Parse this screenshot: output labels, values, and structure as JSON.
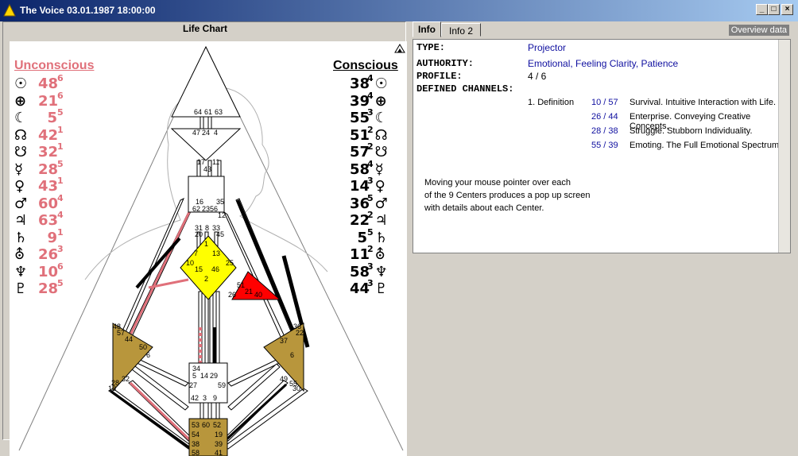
{
  "window": {
    "title": "The Voice 03.01.1987 18:00:00",
    "btn_min": "_",
    "btn_max": "□",
    "btn_close": "×"
  },
  "left_pane": {
    "title": "Life Chart",
    "unconscious_label": "Unconscious",
    "conscious_label": "Conscious",
    "unconscious_color": "#e0707a",
    "conscious_color": "#000000",
    "symbols": [
      "☉",
      "⊕",
      "☾",
      "☊",
      "☋",
      "☿",
      "♀",
      "♂",
      "♃",
      "♄",
      "⛢",
      "♆",
      "♇"
    ],
    "unconscious_values": [
      "48",
      "21",
      "5",
      "42",
      "32",
      "28",
      "43",
      "60",
      "63",
      "9",
      "26",
      "10",
      "28"
    ],
    "unconscious_lines": [
      "6",
      "6",
      "5",
      "1",
      "1",
      "5",
      "1",
      "4",
      "4",
      "1",
      "3",
      "6",
      "5"
    ],
    "conscious_values": [
      "38",
      "39",
      "55",
      "51",
      "57",
      "58",
      "14",
      "36",
      "22",
      "5",
      "11",
      "58",
      "44"
    ],
    "conscious_lines": [
      "4",
      "4",
      "3",
      "2",
      "2",
      "4",
      "3",
      "5",
      "2",
      "5",
      "2",
      "3",
      "3"
    ]
  },
  "right_pane": {
    "tabs": [
      {
        "label": "Info",
        "active": true
      },
      {
        "label": "Info 2",
        "active": false
      }
    ],
    "overview_label": "Overview data",
    "type_label": "TYPE:",
    "type_value": "Projector",
    "authority_label": "AUTHORITY:",
    "authority_value": "Emotional, Feeling Clarity, Patience",
    "profile_label": "PROFILE:",
    "profile_value": "4 / 6",
    "defined_label": "DEFINED CHANNELS:",
    "definition_label": "1. Definition",
    "channels": [
      {
        "gates": "10 / 57",
        "desc": "Survival. Intuitive Interaction with Life."
      },
      {
        "gates": "26 / 44",
        "desc": "Enterprise. Conveying Creative Concepts."
      },
      {
        "gates": "28 / 38",
        "desc": "Struggle. Stubborn Individuality."
      },
      {
        "gates": "55 / 39",
        "desc": "Emoting. The Full Emotional Spectrum."
      }
    ],
    "hint_lines": [
      "Moving your mouse pointer over each",
      "of the 9 Centers produces a pop up screen",
      "with details about each Center."
    ]
  },
  "colors": {
    "center_gold": "#b8963c",
    "center_yellow": "#ffff00",
    "center_red": "#ff0000",
    "channel_pink": "#e0707a"
  }
}
